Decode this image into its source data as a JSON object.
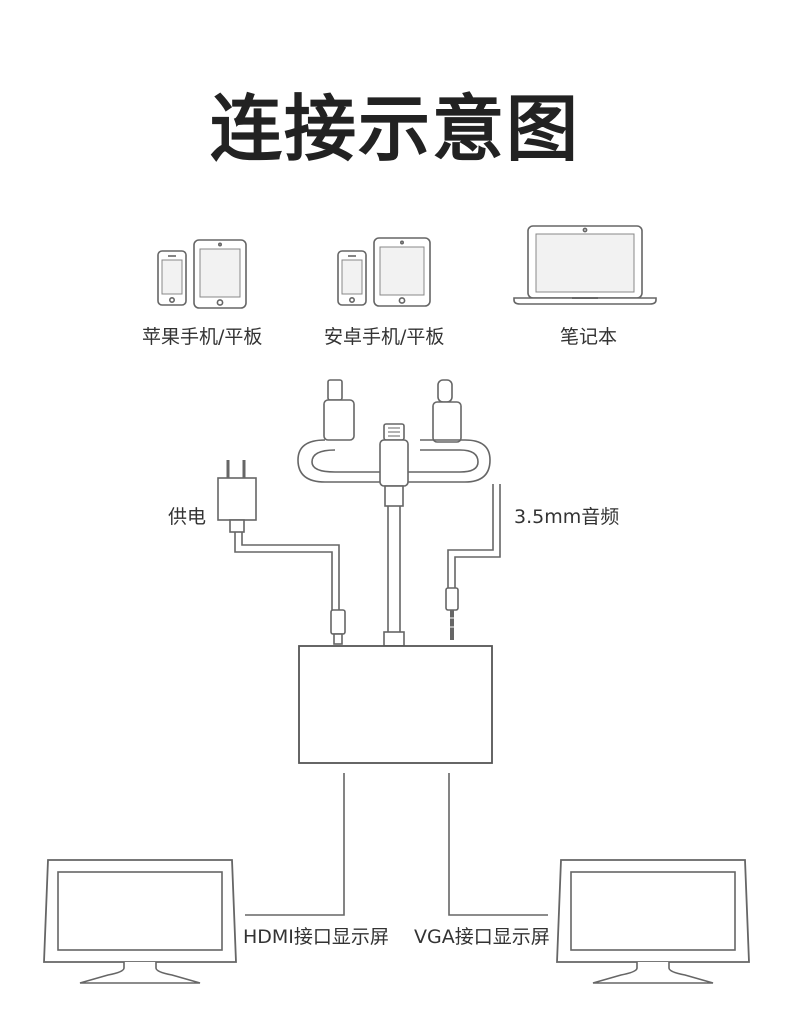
{
  "title": "连接示意图",
  "devices": {
    "apple": "苹果手机/平板",
    "android": "安卓手机/平板",
    "laptop": "笔记本"
  },
  "ports": {
    "power": "供电",
    "audio": "3.5mm音频"
  },
  "outputs": {
    "hdmi": "HDMI接口显示屏",
    "vga": "VGA接口显示屏"
  }
}
